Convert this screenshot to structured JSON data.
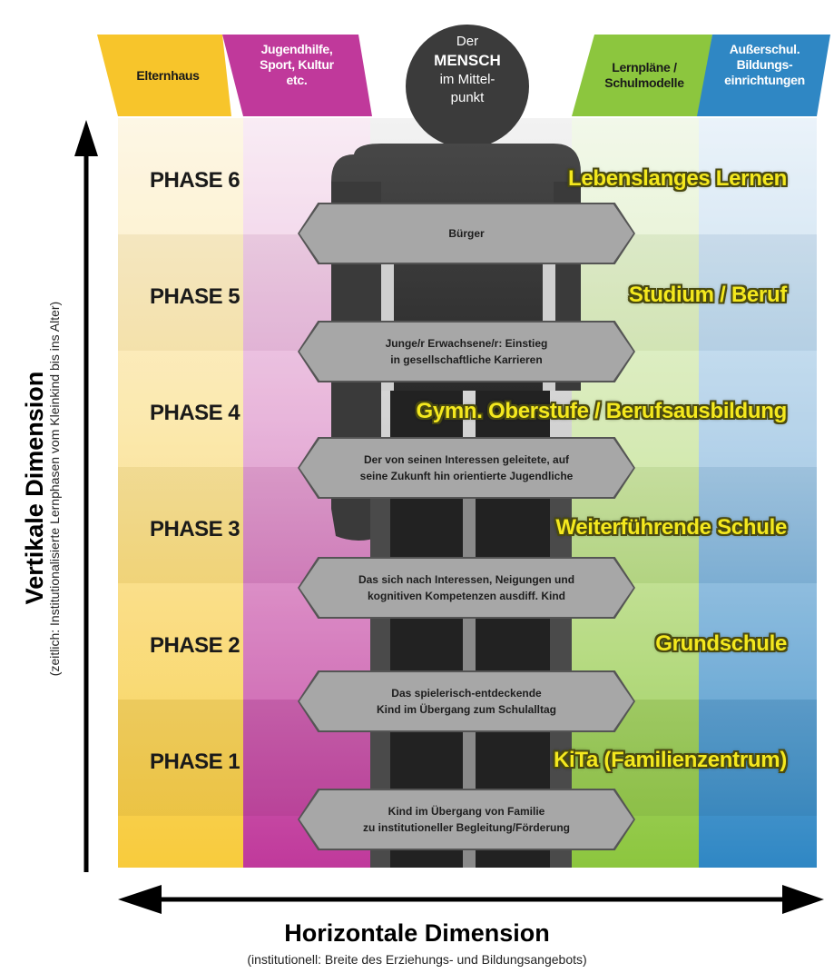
{
  "columns": [
    {
      "key": "elternhaus",
      "label": "Elternhaus",
      "color": "#f7c52b",
      "text_color": "#1a1a1a"
    },
    {
      "key": "jugendhilfe",
      "label": "Jugendhilfe,\nSport, Kultur\netc.",
      "color": "#c0399b",
      "text_color": "#ffffff"
    },
    {
      "key": "lernplaene",
      "label": "Lernpläne /\nSchulmodelle",
      "color": "#8cc63e",
      "text_color": "#1a1a1a"
    },
    {
      "key": "ausserschul",
      "label": "Außerschul.\nBildungs-\neinrichtungen",
      "color": "#2f87c4",
      "text_color": "#ffffff"
    }
  ],
  "center_head": {
    "line1": "Der",
    "line2": "MENSCH",
    "line3": "im Mittel-",
    "line4": "punkt"
  },
  "phases": [
    {
      "label": "PHASE",
      "num": "6",
      "institution": "Lebenslanges Lernen"
    },
    {
      "label": "PHASE",
      "num": "5",
      "institution": "Studium / Beruf"
    },
    {
      "label": "PHASE",
      "num": "4",
      "institution": "Gymn. Oberstufe / Berufsausbildung"
    },
    {
      "label": "PHASE",
      "num": "3",
      "institution": "Weiterführende Schule"
    },
    {
      "label": "PHASE",
      "num": "2",
      "institution": "Grundschule"
    },
    {
      "label": "PHASE",
      "num": "1",
      "institution": "KiTa (Familienzentrum)"
    }
  ],
  "stages": [
    "Bürger",
    "Junge/r Erwachsene/r: Einstieg\nin gesellschaftliche Karrieren",
    "Der von seinen Interessen geleitete, auf\nseine Zukunft hin orientierte Jugendliche",
    "Das sich nach Interessen, Neigungen und\nkognitiven Kompetenzen ausdiff. Kind",
    "Das spielerisch-entdeckende\nKind im Übergang zum Schulalltag",
    "Kind im Übergang von Familie\nzu institutioneller Begleitung/Förderung"
  ],
  "vertical_axis": {
    "title": "Vertikale Dimension",
    "subtitle": "(zeitlich: Institutionalisierte Lernphasen vom Kleinkind bis ins Alter)"
  },
  "horizontal_axis": {
    "title": "Horizontale Dimension",
    "subtitle": "(institutionell: Breite des Erziehungs- und Bildungsangebots)"
  }
}
